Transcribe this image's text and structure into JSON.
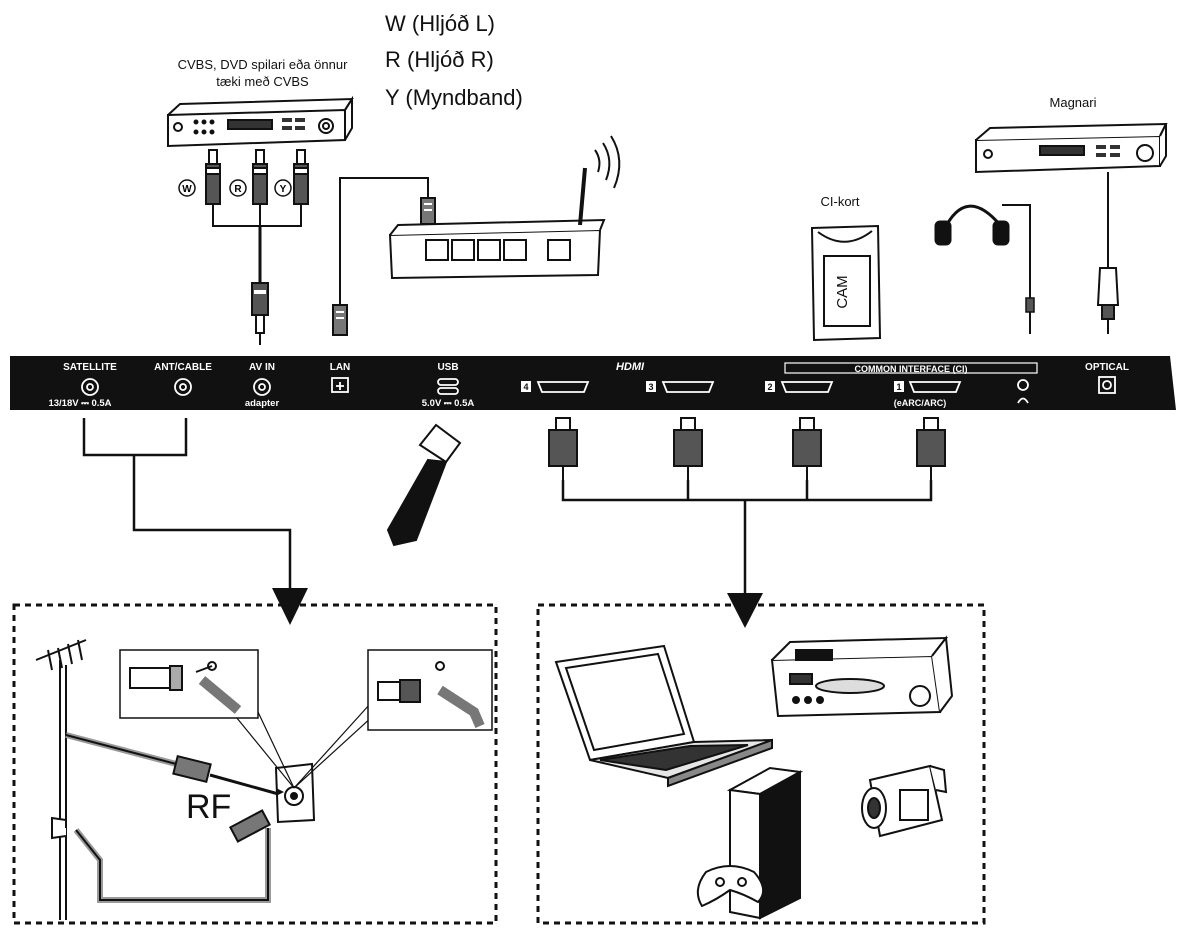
{
  "signal_labels": {
    "w": "W (Hljóð L)",
    "r": "R (Hljóð R)",
    "y": "Y (Myndband)"
  },
  "devices": {
    "cvbs_line1": "CVBS, DVD spilari eða önnur",
    "cvbs_line2": "tæki með CVBS",
    "amplifier": "Magnari",
    "ci_card": "CI-kort",
    "cam": "CAM"
  },
  "plugs": {
    "w": "W",
    "r": "R",
    "y": "Y"
  },
  "tv_panel": {
    "satellite": "SATELLITE",
    "satellite_rating": "13/18V ⎓ 0.5A",
    "ant_cable": "ANT/CABLE",
    "av_in": "AV IN",
    "av_in_sub": "adapter",
    "lan": "LAN",
    "usb": "USB",
    "usb_rating": "5.0V ⎓ 0.5A",
    "hdmi_logo": "HDMI",
    "common_interface": "COMMON INTERFACE (CI)",
    "earc": "(eARC/ARC)",
    "optical": "OPTICAL",
    "hdmi_ports": [
      "4",
      "3",
      "2",
      "1"
    ]
  },
  "rf_label": "RF",
  "colors": {
    "panel": "#111111",
    "line": "#111111",
    "plug": "#555555"
  }
}
